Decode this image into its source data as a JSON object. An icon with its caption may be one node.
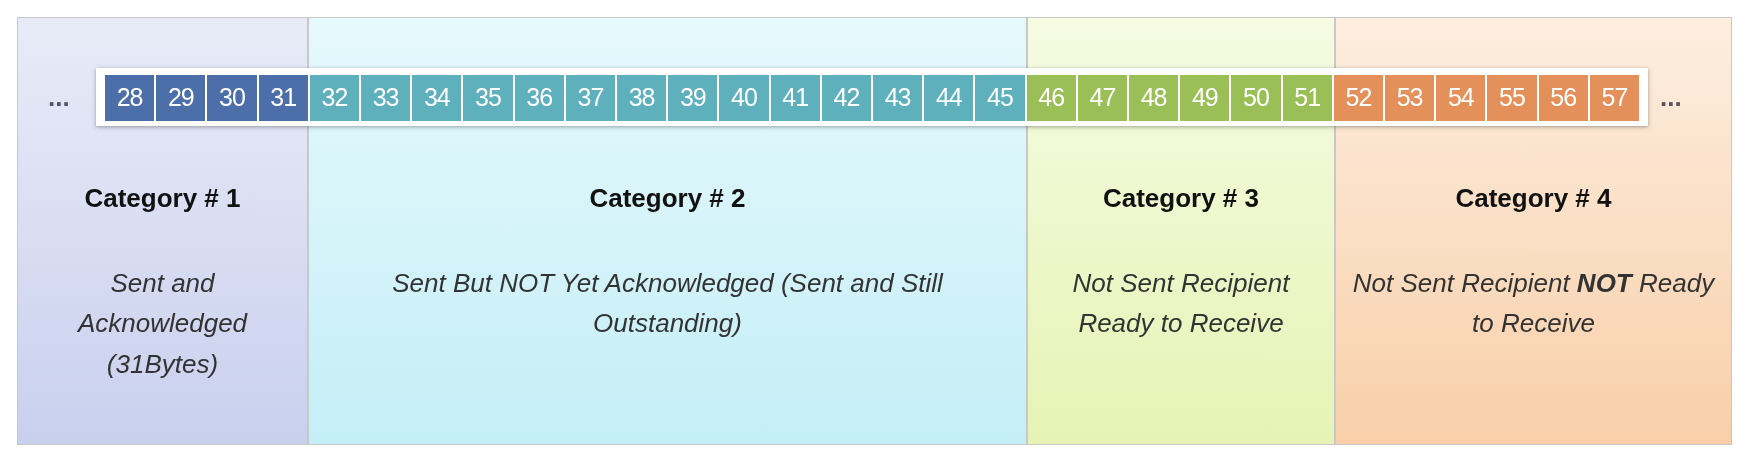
{
  "diagram": {
    "nodes": [
      {
        "text": [
          "Category # 1",
          "Sent and Acknowledged (31Bytes)"
        ]
      },
      {
        "text": [
          "28"
        ],
        "in": 0
      },
      {
        "text": [
          "29"
        ],
        "in": 0
      },
      {
        "text": [
          "30"
        ],
        "in": 0
      },
      {
        "text": [
          "31"
        ],
        "in": 0
      },
      {
        "text": [
          "Category # 2",
          "Sent But NOT Yet Acknowledged (Sent and Still Outstanding)"
        ]
      },
      {
        "text": [
          "32"
        ],
        "in": 5
      },
      {
        "text": [
          "33"
        ],
        "in": 5
      },
      {
        "text": [
          "34"
        ],
        "in": 5
      },
      {
        "text": [
          "35"
        ],
        "in": 5
      },
      {
        "text": [
          "36"
        ],
        "in": 5
      },
      {
        "text": [
          "37"
        ],
        "in": 5
      },
      {
        "text": [
          "38"
        ],
        "in": 5
      },
      {
        "text": [
          "39"
        ],
        "in": 5
      },
      {
        "text": [
          "40"
        ],
        "in": 5
      },
      {
        "text": [
          "41"
        ],
        "in": 5
      },
      {
        "text": [
          "42"
        ],
        "in": 5
      },
      {
        "text": [
          "43"
        ],
        "in": 5
      },
      {
        "text": [
          "44"
        ],
        "in": 5
      },
      {
        "text": [
          "45"
        ],
        "in": 5
      },
      {
        "text": [
          "Category # 3",
          "Not Sent Recipient Ready to Receive"
        ]
      },
      {
        "text": [
          "46"
        ],
        "in": 20
      },
      {
        "text": [
          "47"
        ],
        "in": 20
      },
      {
        "text": [
          "48"
        ],
        "in": 20
      },
      {
        "text": [
          "49"
        ],
        "in": 20
      },
      {
        "text": [
          "50"
        ],
        "in": 20
      },
      {
        "text": [
          "51"
        ],
        "in": 20
      },
      {
        "text": [
          "Category # 4",
          "Not Sent Recipient **NOT** Ready to Receive"
        ]
      },
      {
        "text": [
          "52"
        ],
        "in": 27
      },
      {
        "text": [
          "53"
        ],
        "in": 27
      },
      {
        "text": [
          "54"
        ],
        "in": 27
      },
      {
        "text": [
          "55"
        ],
        "in": 27
      },
      {
        "text": [
          "56"
        ],
        "in": 27
      },
      {
        "text": [
          "57"
        ],
        "in": 27
      }
    ],
    "labels": [
      "...",
      "..."
    ]
  }
}
